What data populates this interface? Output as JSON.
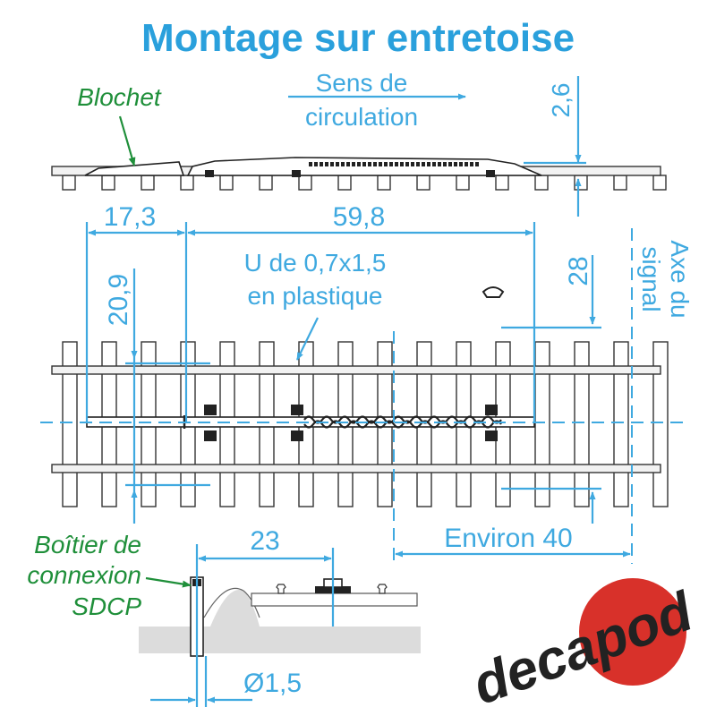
{
  "title": "Montage sur entretoise",
  "labels": {
    "blochet": "Blochet",
    "sens_line1": "Sens de",
    "sens_line2": "circulation",
    "u_line1": "U de 0,7x1,5",
    "u_line2": "en plastique",
    "axe_line1": "Axe du",
    "axe_line2": "signal",
    "boitier_line1": "Boîtier de",
    "boitier_line2": "connexion",
    "boitier_line3": "SDCP"
  },
  "dimensions": {
    "d_2_6": "2,6",
    "d_17_3": "17,3",
    "d_59_8": "59,8",
    "d_20_9": "20,9",
    "d_28": "28",
    "d_23": "23",
    "d_environ_40": "Environ 40",
    "d_phi_1_5": "Ø1,5"
  },
  "logo": {
    "text": "decapod"
  },
  "colors": {
    "title": "#2aa0dc",
    "dimension": "#3fa9e0",
    "annotation": "#1f8f3a",
    "logo_disc": "#d8312a",
    "logo_text": "#222222"
  }
}
